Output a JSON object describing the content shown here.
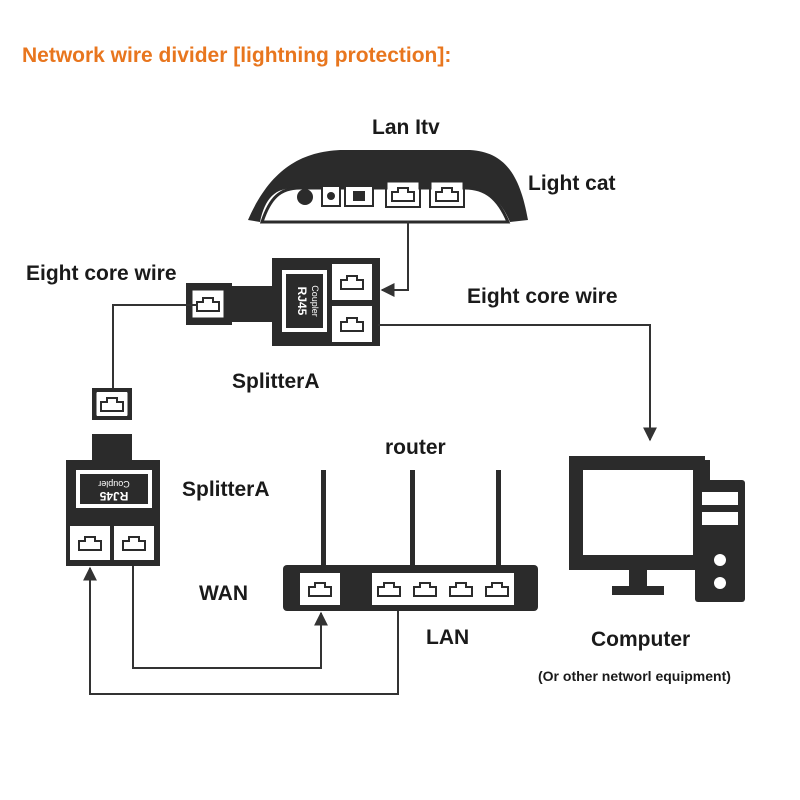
{
  "title": "Network wire divider [lightning protection]:",
  "colors": {
    "title": "#e8761e",
    "device": "#2b2b2b",
    "port": "#ffffff",
    "line": "#333333"
  },
  "labels": {
    "lan_itv": "Lan Itv",
    "light_cat": "Light cat",
    "eight_core_wire_left": "Eight core wire",
    "eight_core_wire_right": "Eight core wire",
    "splitter_top": "SplitterA",
    "splitter_mid": "SplitterA",
    "router": "router",
    "wan": "WAN",
    "lan": "LAN",
    "computer": "Computer",
    "computer_note": "(Or other networl equipment)"
  },
  "device_text": {
    "coupler_brand": "RJ45",
    "coupler_type": "Coupler"
  }
}
